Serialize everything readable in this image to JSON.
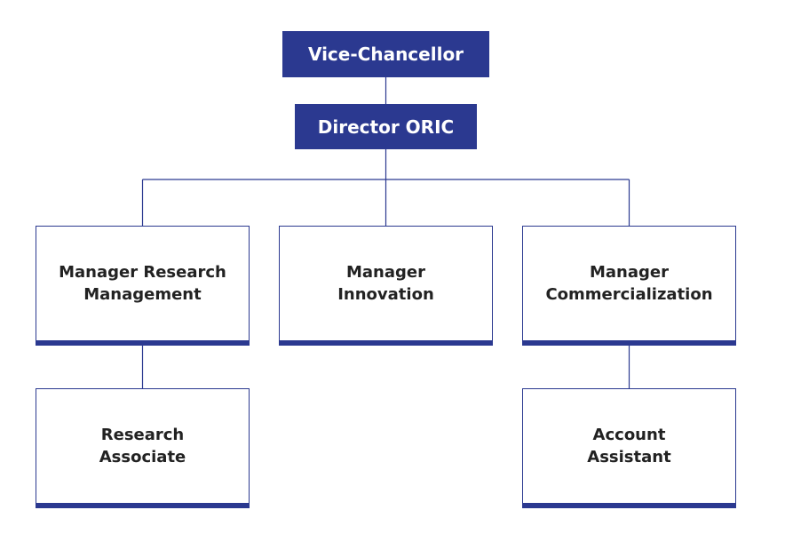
{
  "chart": {
    "vice_chancellor": "Vice-Chancellor",
    "director": "Director ORIC",
    "managers": [
      {
        "line1": "Manager Research",
        "line2": "Management"
      },
      {
        "line1": "Manager",
        "line2": "Innovation"
      },
      {
        "line1": "Manager",
        "line2": "Commercialization"
      }
    ],
    "staff": [
      {
        "line1": "Research",
        "line2": "Associate"
      },
      {
        "line1": "Account",
        "line2": "Assistant"
      }
    ]
  },
  "colors": {
    "primary": "#2b3990",
    "text_dark": "#222222",
    "background": "#ffffff"
  }
}
